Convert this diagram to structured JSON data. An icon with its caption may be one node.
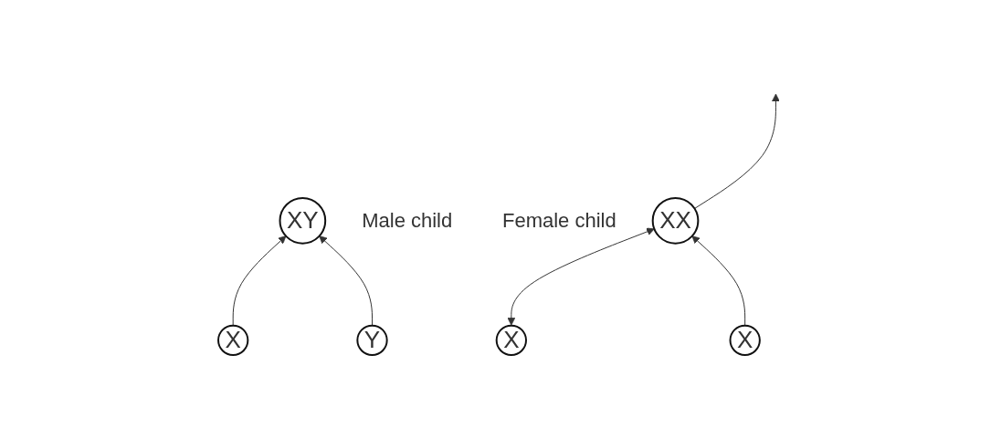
{
  "diagram": {
    "nodes": [
      {
        "text": [
          "XX"
        ],
        "beside": [
          "Female child"
        ]
      },
      {
        "text": [
          "XY"
        ],
        "beside": [
          "Male child"
        ]
      },
      {
        "text": [
          "X"
        ]
      },
      {
        "text": [
          "Y"
        ]
      },
      {
        "text": [
          "X"
        ]
      },
      {
        "text": [
          "X"
        ]
      }
    ],
    "edges": [
      {
        "from": 2,
        "to": 1,
        "arrow": "to"
      },
      {
        "from": 3,
        "to": 1,
        "arrow": "to"
      },
      {
        "from": 4,
        "to": 0,
        "arrow": "both"
      },
      {
        "from": 5,
        "to": 0,
        "arrow": "to"
      },
      {
        "from": 0,
        "to": null,
        "arrow": "to"
      }
    ]
  }
}
